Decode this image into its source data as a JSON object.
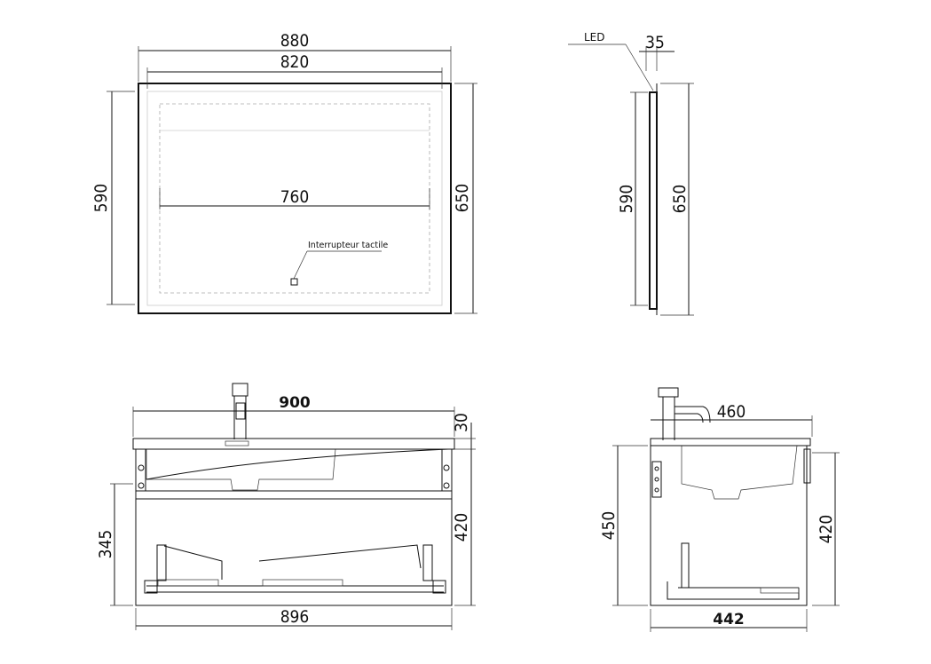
{
  "mirror_front": {
    "width_outer": "880",
    "width_inner": "820",
    "height_inner": "590",
    "height_outer": "650",
    "light_width": "760",
    "switch_label": "Interrupteur tactile"
  },
  "mirror_side": {
    "led_label": "LED",
    "depth": "35",
    "height_inner": "590",
    "height_outer": "650"
  },
  "cabinet_front": {
    "width_top": "900",
    "basin_thickness": "30",
    "cabinet_height": "420",
    "drawer_height": "345",
    "width_bottom": "896"
  },
  "cabinet_side": {
    "depth_top": "460",
    "total_height": "450",
    "cabinet_height": "420",
    "depth_bottom": "442"
  }
}
